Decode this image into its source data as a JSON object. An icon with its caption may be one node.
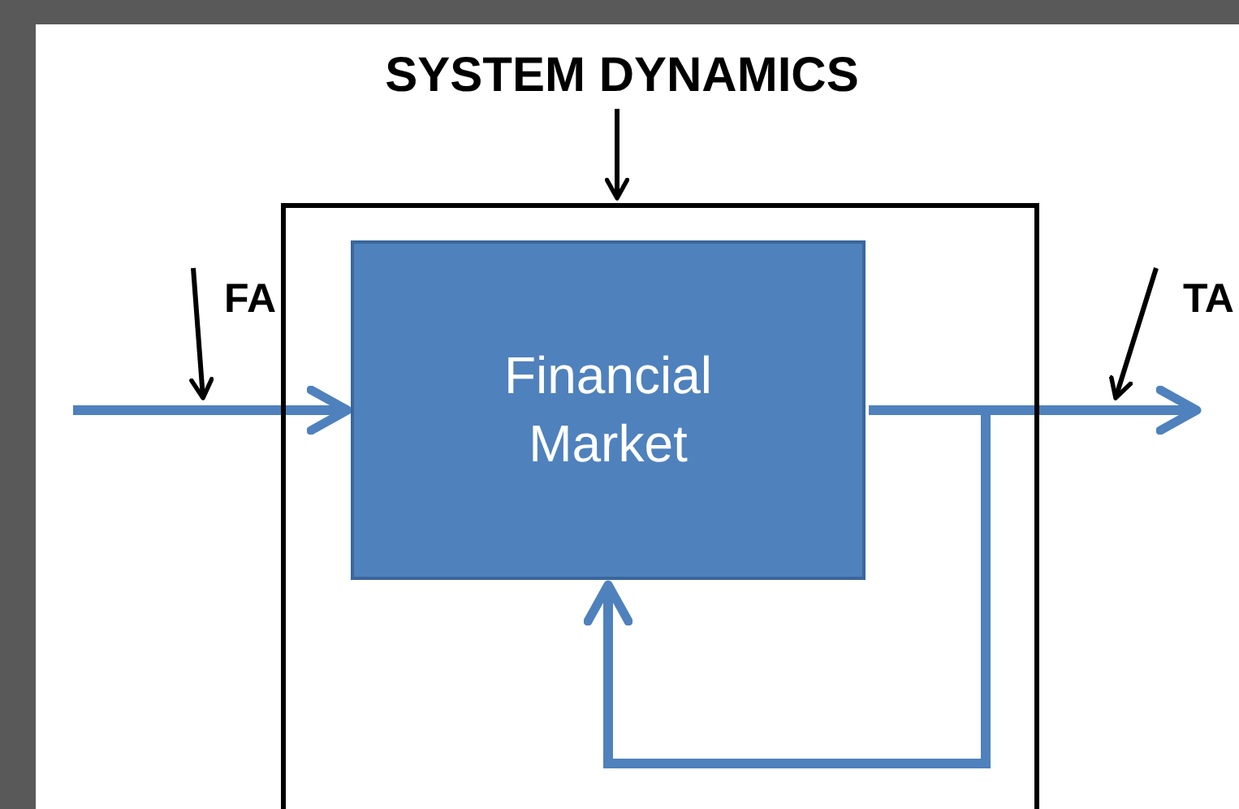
{
  "diagram": {
    "nodes": [
      {
        "text": [
          "SYSTEM DYNAMICS"
        ]
      },
      {
        "text": [],
        "shape": "box"
      },
      {
        "text": [
          "Financial Market"
        ],
        "in": 1
      },
      {
        "text": [
          "FA"
        ]
      },
      {
        "text": [
          "TA"
        ]
      }
    ],
    "edges": [
      {
        "from": 0,
        "to": 1,
        "arrow": "to"
      },
      {
        "from": null,
        "to": 2,
        "arrow": "to",
        "style": "thick",
        "color": "#4f81bd"
      },
      {
        "from": 2,
        "to": null,
        "arrow": "to",
        "style": "thick",
        "color": "#4f81bd"
      },
      {
        "from": 2,
        "to": 2,
        "arrow": "to",
        "style": "thick",
        "color": "#4f81bd"
      },
      {
        "from": 3,
        "to": null,
        "arrow": "to"
      },
      {
        "from": 4,
        "to": null,
        "arrow": "to"
      }
    ]
  }
}
